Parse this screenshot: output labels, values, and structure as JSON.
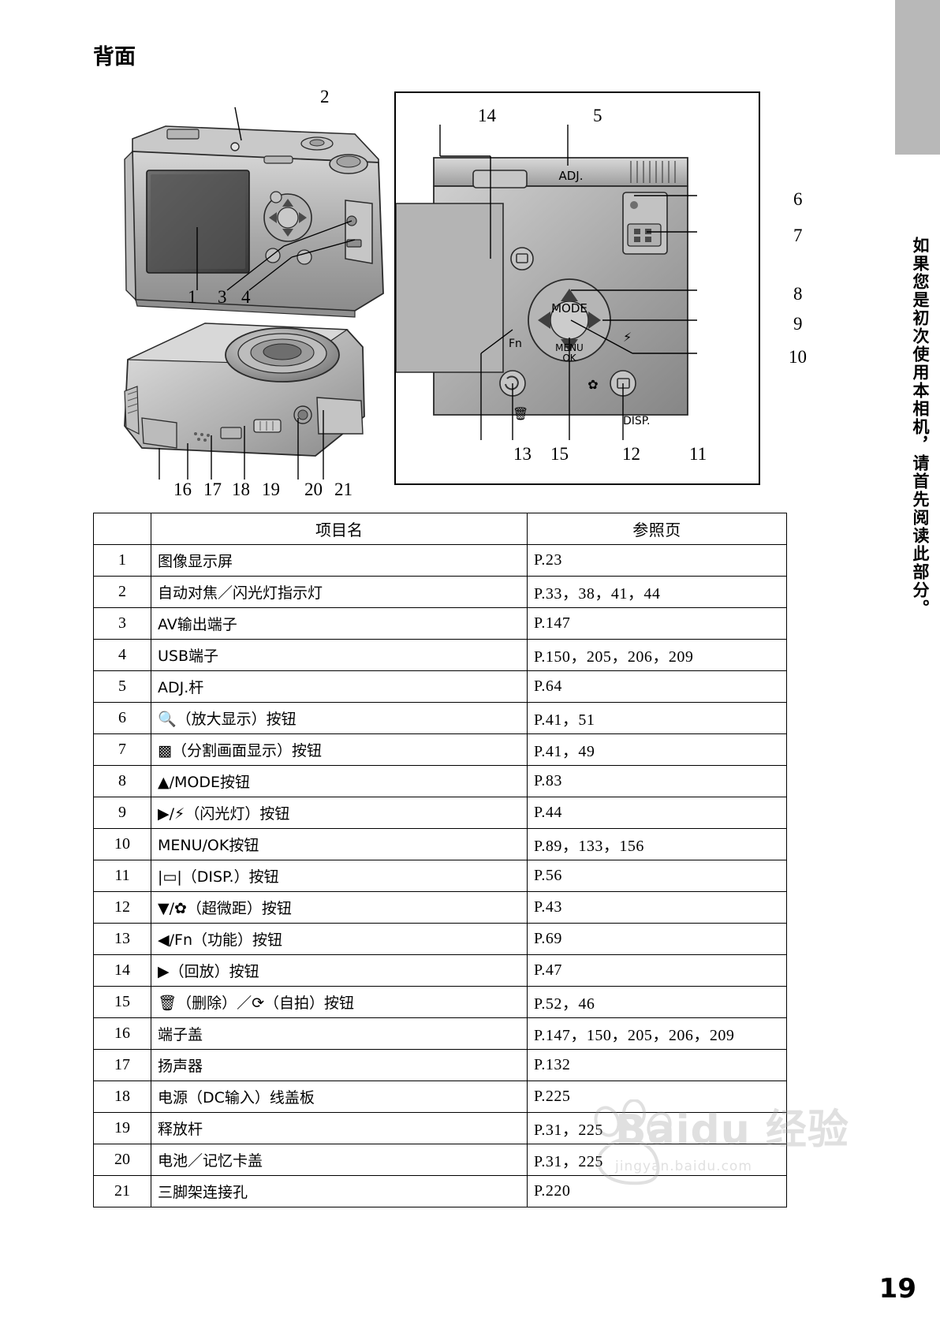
{
  "page": {
    "heading": "背面",
    "number": "19",
    "side_note": "如果您是初次使用本相机，请首先阅读此部分。"
  },
  "figure": {
    "labels": {
      "n1": "1",
      "n2": "2",
      "n3": "3",
      "n4": "4",
      "n5": "5",
      "n6": "6",
      "n7": "7",
      "n8": "8",
      "n9": "9",
      "n10": "10",
      "n11": "11",
      "n12": "12",
      "n13": "13",
      "n14": "14",
      "n15": "15",
      "n16": "16",
      "n17": "17",
      "n18": "18",
      "n19": "19",
      "n20": "20",
      "n21": "21"
    },
    "button_text": {
      "adj": "ADJ.",
      "mode": "MODE",
      "fn": "Fn",
      "menu": "MENU",
      "ok": "OK",
      "disp": "DISP."
    }
  },
  "table": {
    "headers": [
      "",
      "项目名",
      "参照页"
    ],
    "rows": [
      {
        "no": "1",
        "name": "图像显示屏",
        "page": "P.23"
      },
      {
        "no": "2",
        "name": "自动对焦／闪光灯指示灯",
        "page": "P.33，38，41，44"
      },
      {
        "no": "3",
        "name": "AV输出端子",
        "page": "P.147"
      },
      {
        "no": "4",
        "name": "USB端子",
        "page": "P.150，205，206，209"
      },
      {
        "no": "5",
        "name": "ADJ.杆",
        "page": "P.64"
      },
      {
        "no": "6",
        "name": "🔍（放大显示）按钮",
        "page": "P.41，51"
      },
      {
        "no": "7",
        "name": "▩（分割画面显示）按钮",
        "page": "P.41，49"
      },
      {
        "no": "8",
        "name": "▲/MODE按钮",
        "page": "P.83"
      },
      {
        "no": "9",
        "name": "▶/⚡（闪光灯）按钮",
        "page": "P.44"
      },
      {
        "no": "10",
        "name": "MENU/OK按钮",
        "page": "P.89，133，156"
      },
      {
        "no": "11",
        "name": "|▭|（DISP.）按钮",
        "page": "P.56"
      },
      {
        "no": "12",
        "name": "▼/✿（超微距）按钮",
        "page": "P.43"
      },
      {
        "no": "13",
        "name": "◀/Fn（功能）按钮",
        "page": "P.69"
      },
      {
        "no": "14",
        "name": "▶（回放）按钮",
        "page": "P.47"
      },
      {
        "no": "15",
        "name": "🗑（删除）／⟳（自拍）按钮",
        "page": "P.52，46"
      },
      {
        "no": "16",
        "name": "端子盖",
        "page": "P.147，150，205，206，209"
      },
      {
        "no": "17",
        "name": "扬声器",
        "page": "P.132"
      },
      {
        "no": "18",
        "name": "电源（DC输入）线盖板",
        "page": "P.225"
      },
      {
        "no": "19",
        "name": "释放杆",
        "page": "P.31，225"
      },
      {
        "no": "20",
        "name": "电池／记忆卡盖",
        "page": "P.31，225"
      },
      {
        "no": "21",
        "name": "三脚架连接孔",
        "page": "P.220"
      }
    ]
  },
  "watermark": {
    "main": "Baidu 经验",
    "sub": "jingyan.baidu.com"
  }
}
